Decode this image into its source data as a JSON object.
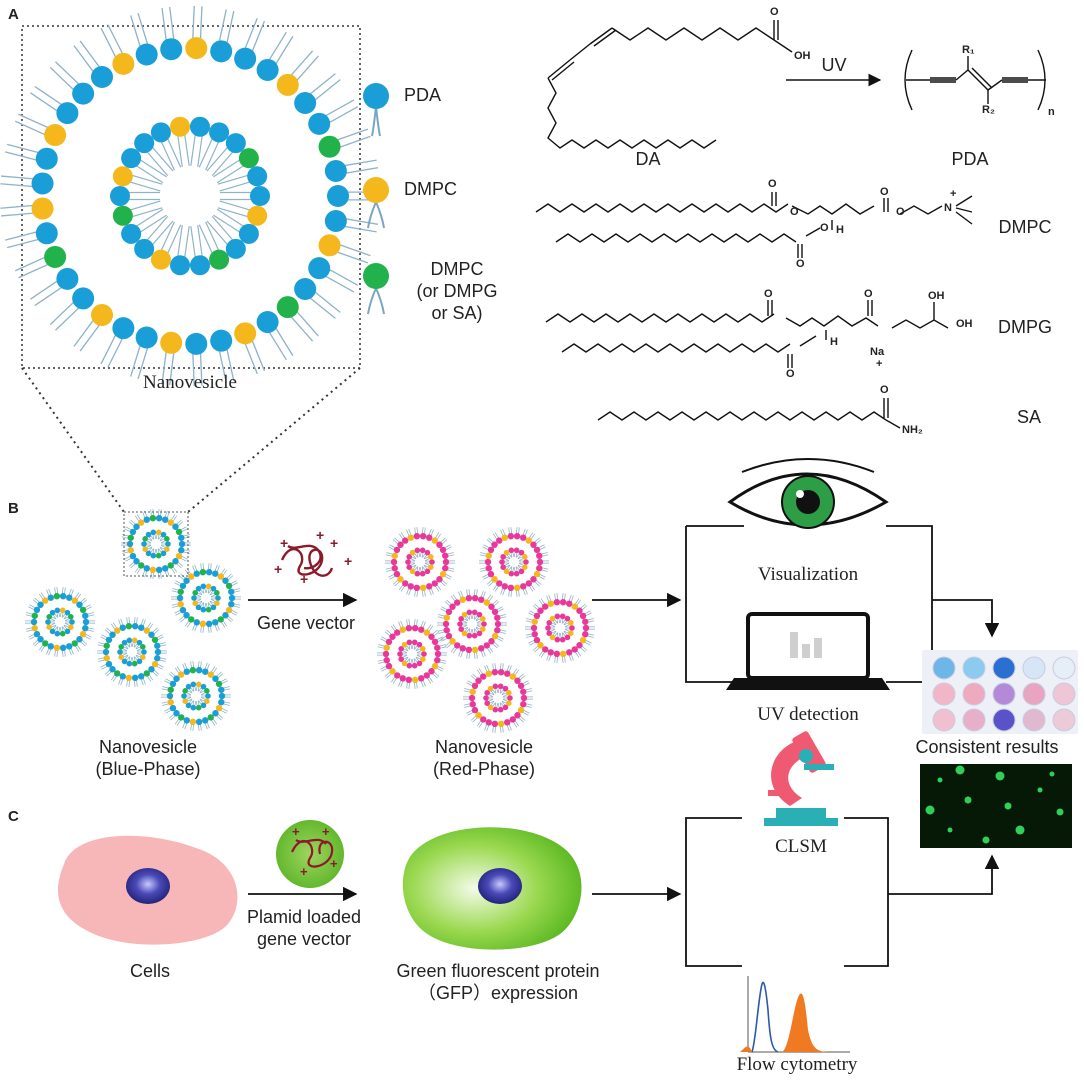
{
  "panels": {
    "a": "A",
    "b": "B",
    "c": "C"
  },
  "panel_a": {
    "zoom_caption": "Nanovesicle",
    "legend": [
      {
        "label": "PDA",
        "color": "#1a9ed8"
      },
      {
        "label": "DMPC",
        "color": "#f5b81c"
      },
      {
        "label": "DMPC\n(or DMPG\nor SA)",
        "color": "#22b24c"
      }
    ],
    "reaction_arrow": "UV",
    "reactant": "DA",
    "product": "PDA",
    "molecules": [
      "DMPC",
      "DMPG",
      "SA"
    ],
    "atoms": {
      "o": "O",
      "oh": "OH",
      "h": "H",
      "na": "Na",
      "plus": "+",
      "n_plus": "N",
      "nh2": "NH₂",
      "r1": "R₁",
      "r2": "R₂",
      "n": "n",
      "minus": "–"
    }
  },
  "panel_b": {
    "start_label": "Nanovesicle\n(Blue-Phase)",
    "arrow_label": "Gene vector",
    "end_label": "Nanovesicle\n(Red-Phase)",
    "method_1": "Visualization",
    "method_2": "UV detection",
    "result": "Consistent results"
  },
  "panel_c": {
    "start_label": "Cells",
    "arrow_label": "Plamid loaded\ngene vector",
    "end_label": "Green fluorescent protein\n（GFP）expression",
    "method_1": "CLSM",
    "method_2": "Flow cytometry"
  },
  "colors": {
    "blue": "#1a9ed8",
    "yellow": "#f5b81c",
    "green": "#22b24c",
    "pink": "#e8399a",
    "dna": "#8b1a2b",
    "cell_pink": "#f7b6b8",
    "cell_green": "#6cc52e",
    "nucleus": "#2b2b8f"
  }
}
